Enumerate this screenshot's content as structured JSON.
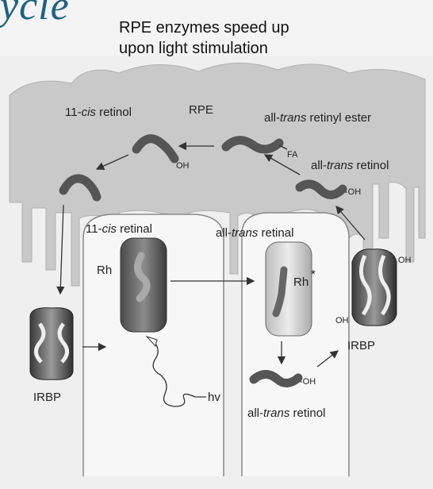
{
  "slide": {
    "title_fragment": "ycle",
    "caption_line1": "RPE enzymes speed up",
    "caption_line2": "upon light stimulation"
  },
  "diagram": {
    "labels": {
      "rpe": "RPE",
      "cis_retinol_prefix": "11-",
      "cis_retinol_italic": "cis",
      "cis_retinol_suffix": " retinol",
      "ester_prefix": "all-",
      "ester_italic": "trans",
      "ester_suffix": " retinyl ester",
      "trans_retinol_prefix": "all-",
      "trans_retinol_italic": "trans",
      "trans_retinol_suffix": " retinol",
      "cis_retinal_prefix": "11-",
      "cis_retinal_italic": "cis",
      "cis_retinal_suffix": " retinal",
      "trans_retinal_prefix": "all-",
      "trans_retinal_italic": "trans",
      "trans_retinal_suffix": " retinal",
      "rh": "Rh",
      "rh_star": "Rh",
      "star": "*",
      "fa": "FA",
      "oh": "OH",
      "oh_dash": "-OH",
      "irbp": "IRBP",
      "hv": "hv",
      "bottom_retinol_prefix": "all-",
      "bottom_retinol_italic": "trans",
      "bottom_retinol_suffix": " retinol"
    }
  }
}
